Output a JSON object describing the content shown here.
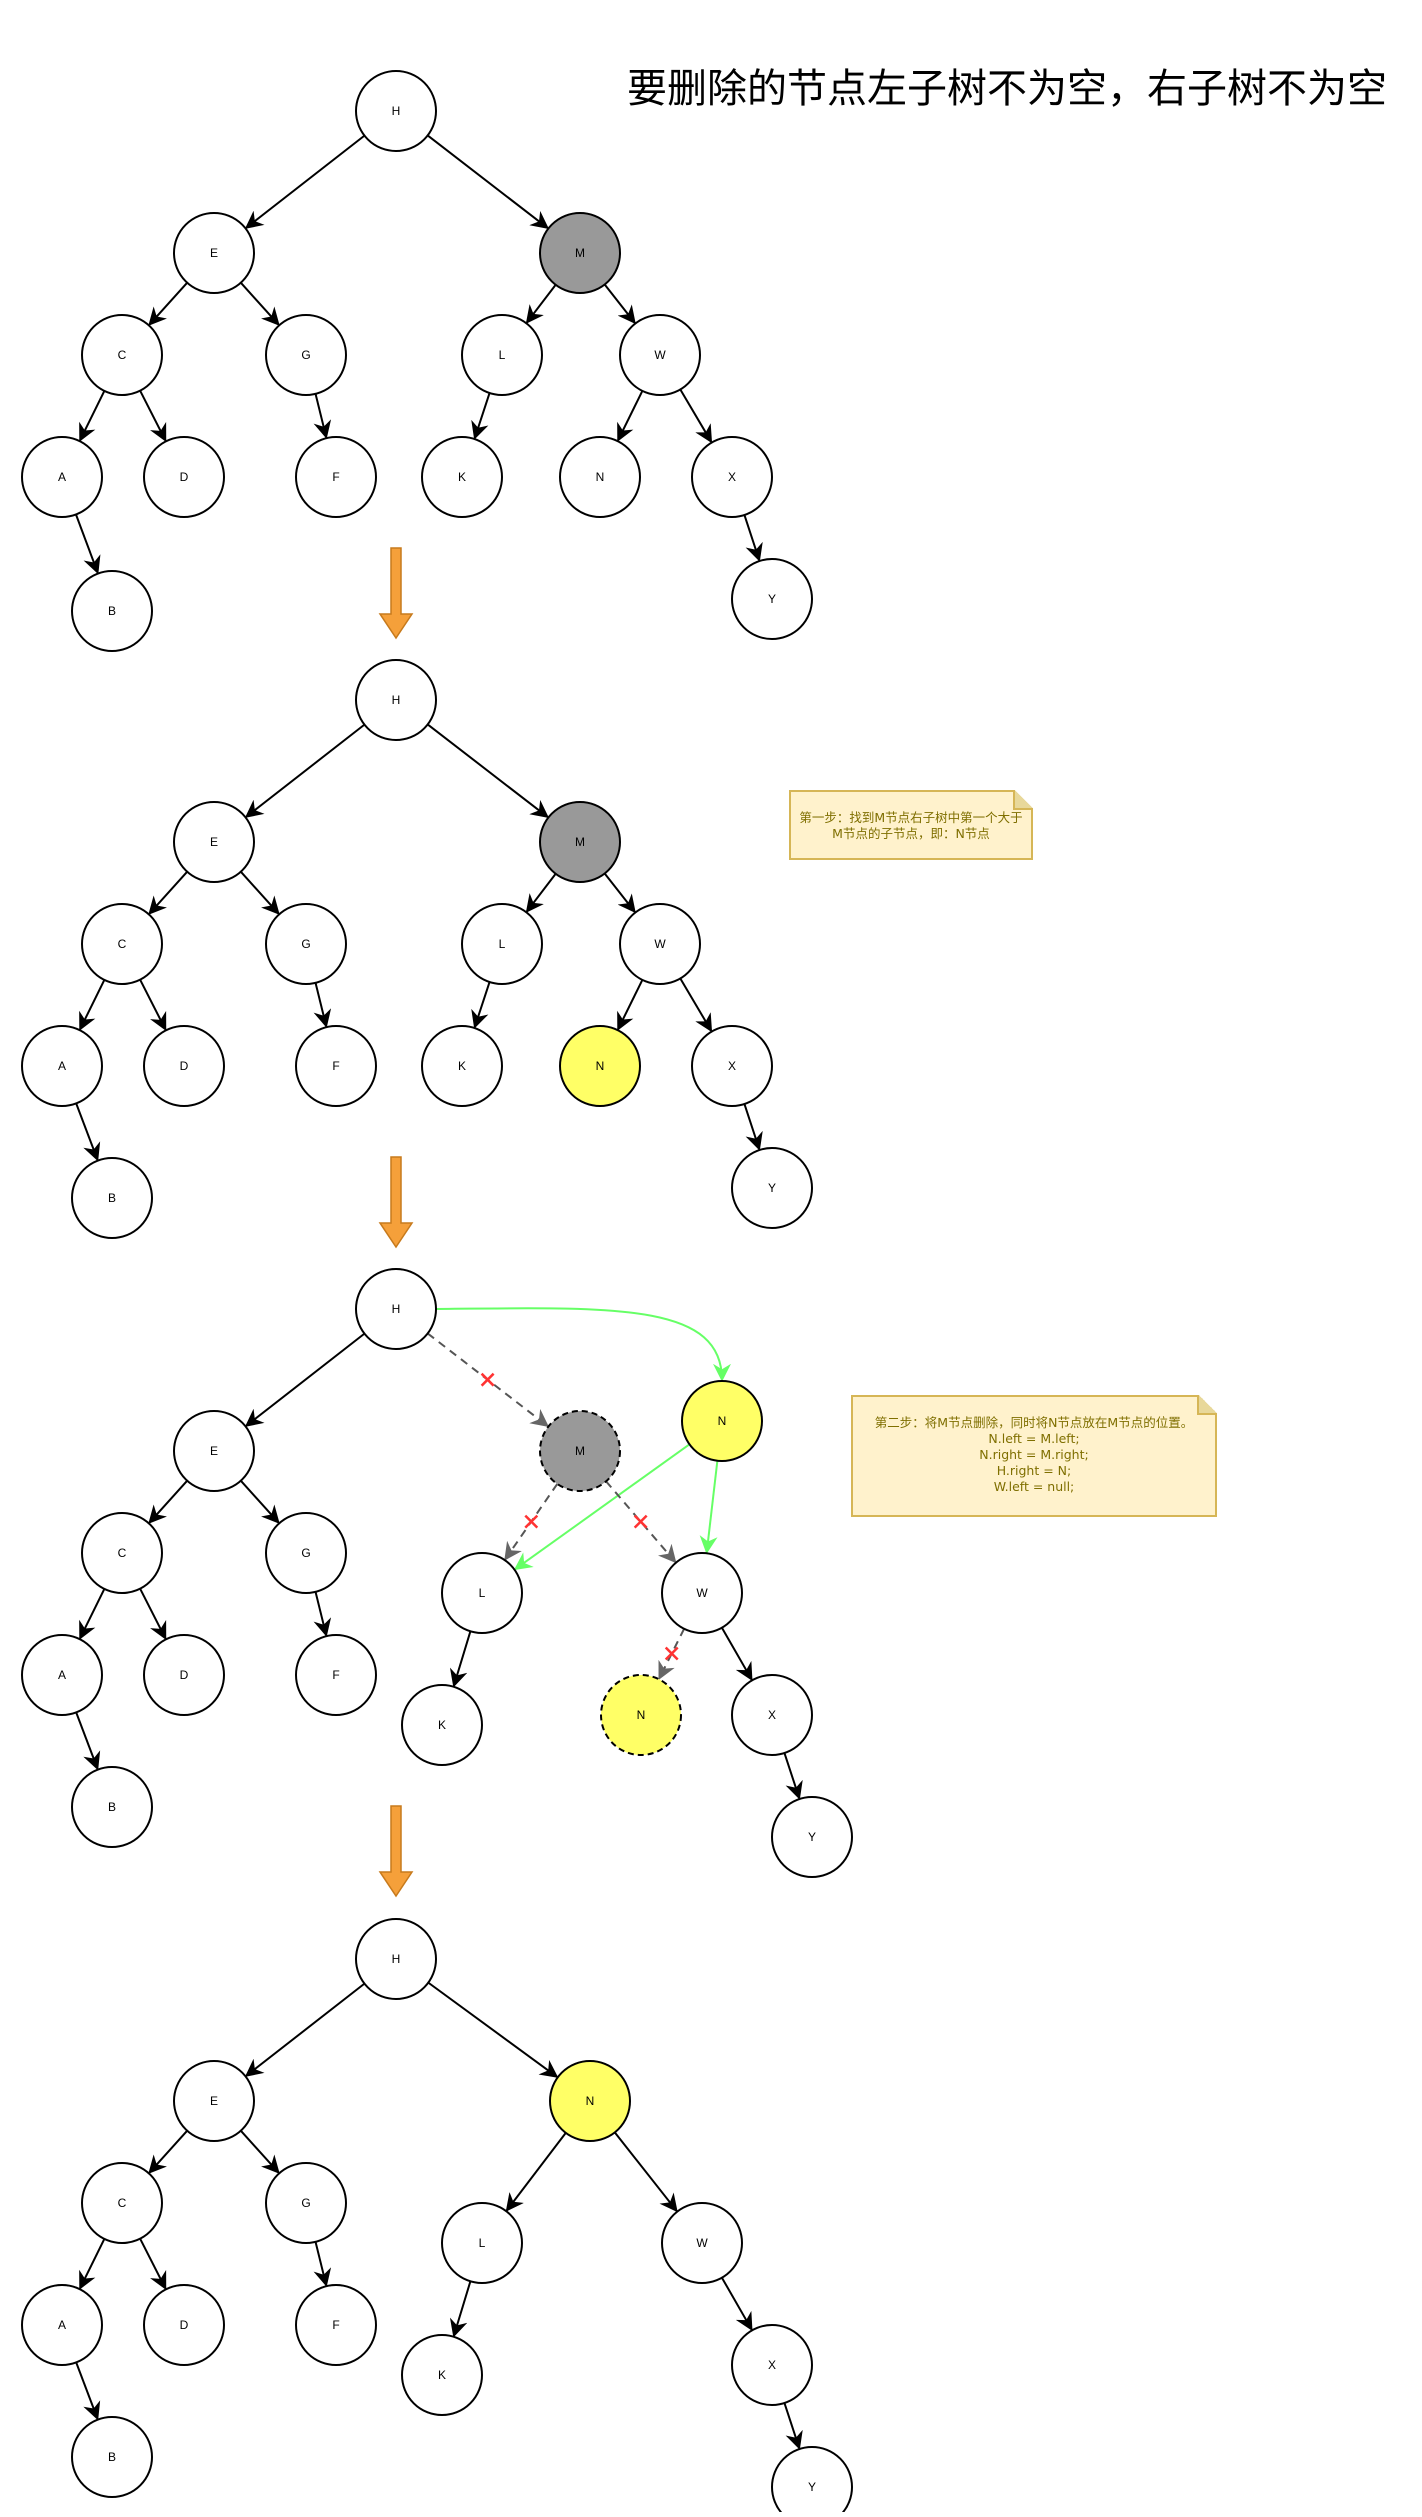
{
  "title": "要删除的节点左子树不为空，右子树不为空",
  "notes": {
    "step1": "第一步：找到M节点右子树中第一个大于M节点的子节点，即：N节点",
    "step2_lines": [
      "第二步：将M节点删除，同时将N节点放在M节点的位置。",
      "N.left = M.left;",
      "N.right = M.right;",
      "H.right = N;",
      "W.left = null;"
    ]
  },
  "colors": {
    "highlight_yellow": "#ffff66",
    "deleted_gray": "#999999",
    "new_link_green": "#66ff66",
    "removed_link_mark": "#ff3333",
    "arrow_orange": "#f5a03a",
    "note_fill": "#fff2cc",
    "note_border": "#d6b656"
  },
  "diagrams": [
    {
      "id": "original",
      "nodes": [
        {
          "id": "H",
          "label": "H",
          "style": "normal"
        },
        {
          "id": "E",
          "label": "E",
          "style": "normal"
        },
        {
          "id": "M",
          "label": "M",
          "style": "gray"
        },
        {
          "id": "C",
          "label": "C",
          "style": "normal"
        },
        {
          "id": "G",
          "label": "G",
          "style": "normal"
        },
        {
          "id": "L",
          "label": "L",
          "style": "normal"
        },
        {
          "id": "W",
          "label": "W",
          "style": "normal"
        },
        {
          "id": "A",
          "label": "A",
          "style": "normal"
        },
        {
          "id": "D",
          "label": "D",
          "style": "normal"
        },
        {
          "id": "F",
          "label": "F",
          "style": "normal"
        },
        {
          "id": "K",
          "label": "K",
          "style": "normal"
        },
        {
          "id": "N",
          "label": "N",
          "style": "normal"
        },
        {
          "id": "X",
          "label": "X",
          "style": "normal"
        },
        {
          "id": "B",
          "label": "B",
          "style": "normal"
        },
        {
          "id": "Y",
          "label": "Y",
          "style": "normal"
        }
      ],
      "edges": [
        {
          "from": "H",
          "to": "E",
          "style": "solid"
        },
        {
          "from": "H",
          "to": "M",
          "style": "solid"
        },
        {
          "from": "E",
          "to": "C",
          "style": "solid"
        },
        {
          "from": "E",
          "to": "G",
          "style": "solid"
        },
        {
          "from": "M",
          "to": "L",
          "style": "solid"
        },
        {
          "from": "M",
          "to": "W",
          "style": "solid"
        },
        {
          "from": "C",
          "to": "A",
          "style": "solid"
        },
        {
          "from": "C",
          "to": "D",
          "style": "solid"
        },
        {
          "from": "G",
          "to": "F",
          "style": "solid"
        },
        {
          "from": "L",
          "to": "K",
          "style": "solid"
        },
        {
          "from": "W",
          "to": "N",
          "style": "solid"
        },
        {
          "from": "W",
          "to": "X",
          "style": "solid"
        },
        {
          "from": "A",
          "to": "B",
          "style": "solid"
        },
        {
          "from": "X",
          "to": "Y",
          "style": "solid"
        }
      ]
    },
    {
      "id": "step1",
      "nodes": [
        {
          "id": "H",
          "label": "H",
          "style": "normal"
        },
        {
          "id": "E",
          "label": "E",
          "style": "normal"
        },
        {
          "id": "M",
          "label": "M",
          "style": "gray"
        },
        {
          "id": "C",
          "label": "C",
          "style": "normal"
        },
        {
          "id": "G",
          "label": "G",
          "style": "normal"
        },
        {
          "id": "L",
          "label": "L",
          "style": "normal"
        },
        {
          "id": "W",
          "label": "W",
          "style": "normal"
        },
        {
          "id": "A",
          "label": "A",
          "style": "normal"
        },
        {
          "id": "D",
          "label": "D",
          "style": "normal"
        },
        {
          "id": "F",
          "label": "F",
          "style": "normal"
        },
        {
          "id": "K",
          "label": "K",
          "style": "normal"
        },
        {
          "id": "N",
          "label": "N",
          "style": "yellow"
        },
        {
          "id": "X",
          "label": "X",
          "style": "normal"
        },
        {
          "id": "B",
          "label": "B",
          "style": "normal"
        },
        {
          "id": "Y",
          "label": "Y",
          "style": "normal"
        }
      ],
      "edges": [
        {
          "from": "H",
          "to": "E",
          "style": "solid"
        },
        {
          "from": "H",
          "to": "M",
          "style": "solid"
        },
        {
          "from": "E",
          "to": "C",
          "style": "solid"
        },
        {
          "from": "E",
          "to": "G",
          "style": "solid"
        },
        {
          "from": "M",
          "to": "L",
          "style": "solid"
        },
        {
          "from": "M",
          "to": "W",
          "style": "solid"
        },
        {
          "from": "C",
          "to": "A",
          "style": "solid"
        },
        {
          "from": "C",
          "to": "D",
          "style": "solid"
        },
        {
          "from": "G",
          "to": "F",
          "style": "solid"
        },
        {
          "from": "L",
          "to": "K",
          "style": "solid"
        },
        {
          "from": "W",
          "to": "N",
          "style": "solid"
        },
        {
          "from": "W",
          "to": "X",
          "style": "solid"
        },
        {
          "from": "A",
          "to": "B",
          "style": "solid"
        },
        {
          "from": "X",
          "to": "Y",
          "style": "solid"
        }
      ]
    },
    {
      "id": "step2",
      "nodes": [
        {
          "id": "H",
          "label": "H",
          "style": "normal"
        },
        {
          "id": "E",
          "label": "E",
          "style": "normal"
        },
        {
          "id": "M",
          "label": "M",
          "style": "gray-dashed"
        },
        {
          "id": "Nnew",
          "label": "N",
          "style": "yellow"
        },
        {
          "id": "C",
          "label": "C",
          "style": "normal"
        },
        {
          "id": "G",
          "label": "G",
          "style": "normal"
        },
        {
          "id": "L",
          "label": "L",
          "style": "normal"
        },
        {
          "id": "W",
          "label": "W",
          "style": "normal"
        },
        {
          "id": "A",
          "label": "A",
          "style": "normal"
        },
        {
          "id": "D",
          "label": "D",
          "style": "normal"
        },
        {
          "id": "F",
          "label": "F",
          "style": "normal"
        },
        {
          "id": "K",
          "label": "K",
          "style": "normal"
        },
        {
          "id": "Nold",
          "label": "N",
          "style": "yellow-dashed"
        },
        {
          "id": "X",
          "label": "X",
          "style": "normal"
        },
        {
          "id": "B",
          "label": "B",
          "style": "normal"
        },
        {
          "id": "Y",
          "label": "Y",
          "style": "normal"
        }
      ],
      "edges": [
        {
          "from": "H",
          "to": "E",
          "style": "solid"
        },
        {
          "from": "H",
          "to": "M",
          "style": "dashed-x"
        },
        {
          "from": "H",
          "to": "Nnew",
          "style": "green-curve"
        },
        {
          "from": "Nnew",
          "to": "L",
          "style": "green"
        },
        {
          "from": "Nnew",
          "to": "W",
          "style": "green"
        },
        {
          "from": "E",
          "to": "C",
          "style": "solid"
        },
        {
          "from": "E",
          "to": "G",
          "style": "solid"
        },
        {
          "from": "M",
          "to": "L",
          "style": "dashed-x"
        },
        {
          "from": "M",
          "to": "W",
          "style": "dashed-x"
        },
        {
          "from": "C",
          "to": "A",
          "style": "solid"
        },
        {
          "from": "C",
          "to": "D",
          "style": "solid"
        },
        {
          "from": "G",
          "to": "F",
          "style": "solid"
        },
        {
          "from": "L",
          "to": "K",
          "style": "solid"
        },
        {
          "from": "W",
          "to": "Nold",
          "style": "dashed-x"
        },
        {
          "from": "W",
          "to": "X",
          "style": "solid"
        },
        {
          "from": "A",
          "to": "B",
          "style": "solid"
        },
        {
          "from": "X",
          "to": "Y",
          "style": "solid"
        }
      ]
    },
    {
      "id": "result",
      "nodes": [
        {
          "id": "H",
          "label": "H",
          "style": "normal"
        },
        {
          "id": "E",
          "label": "E",
          "style": "normal"
        },
        {
          "id": "N",
          "label": "N",
          "style": "yellow"
        },
        {
          "id": "C",
          "label": "C",
          "style": "normal"
        },
        {
          "id": "G",
          "label": "G",
          "style": "normal"
        },
        {
          "id": "L",
          "label": "L",
          "style": "normal"
        },
        {
          "id": "W",
          "label": "W",
          "style": "normal"
        },
        {
          "id": "A",
          "label": "A",
          "style": "normal"
        },
        {
          "id": "D",
          "label": "D",
          "style": "normal"
        },
        {
          "id": "F",
          "label": "F",
          "style": "normal"
        },
        {
          "id": "K",
          "label": "K",
          "style": "normal"
        },
        {
          "id": "X",
          "label": "X",
          "style": "normal"
        },
        {
          "id": "B",
          "label": "B",
          "style": "normal"
        },
        {
          "id": "Y",
          "label": "Y",
          "style": "normal"
        }
      ],
      "edges": [
        {
          "from": "H",
          "to": "E",
          "style": "solid"
        },
        {
          "from": "H",
          "to": "N",
          "style": "solid"
        },
        {
          "from": "E",
          "to": "C",
          "style": "solid"
        },
        {
          "from": "E",
          "to": "G",
          "style": "solid"
        },
        {
          "from": "N",
          "to": "L",
          "style": "solid"
        },
        {
          "from": "N",
          "to": "W",
          "style": "solid"
        },
        {
          "from": "C",
          "to": "A",
          "style": "solid"
        },
        {
          "from": "C",
          "to": "D",
          "style": "solid"
        },
        {
          "from": "G",
          "to": "F",
          "style": "solid"
        },
        {
          "from": "L",
          "to": "K",
          "style": "solid"
        },
        {
          "from": "W",
          "to": "X",
          "style": "solid"
        },
        {
          "from": "A",
          "to": "B",
          "style": "solid"
        },
        {
          "from": "X",
          "to": "Y",
          "style": "solid"
        }
      ]
    }
  ]
}
